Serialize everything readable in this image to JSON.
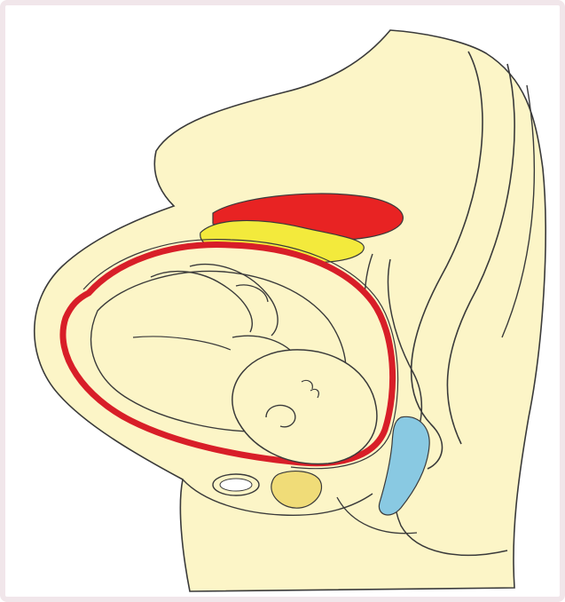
{
  "colors": {
    "background": "#ffffff",
    "frame_border": "#f1e6ea",
    "body_fill": "#fcf5c7",
    "outline": "#3a3a3a",
    "uterus_wall": "#d81e28",
    "placenta": "#e82323",
    "amniotic_fluid": "#f3ea3c",
    "bladder": "#89c9e2",
    "cervix_highlight": "#f0dc78"
  },
  "illustration": {
    "subject": "sagittal-section-pregnant-abdomen-with-fetus",
    "parts": [
      "maternal-body",
      "spine-curve",
      "placenta",
      "fluid-layer",
      "uterus",
      "fetus",
      "fetal-head",
      "fetal-ear",
      "pelvic-bone",
      "bladder",
      "cervix"
    ]
  }
}
